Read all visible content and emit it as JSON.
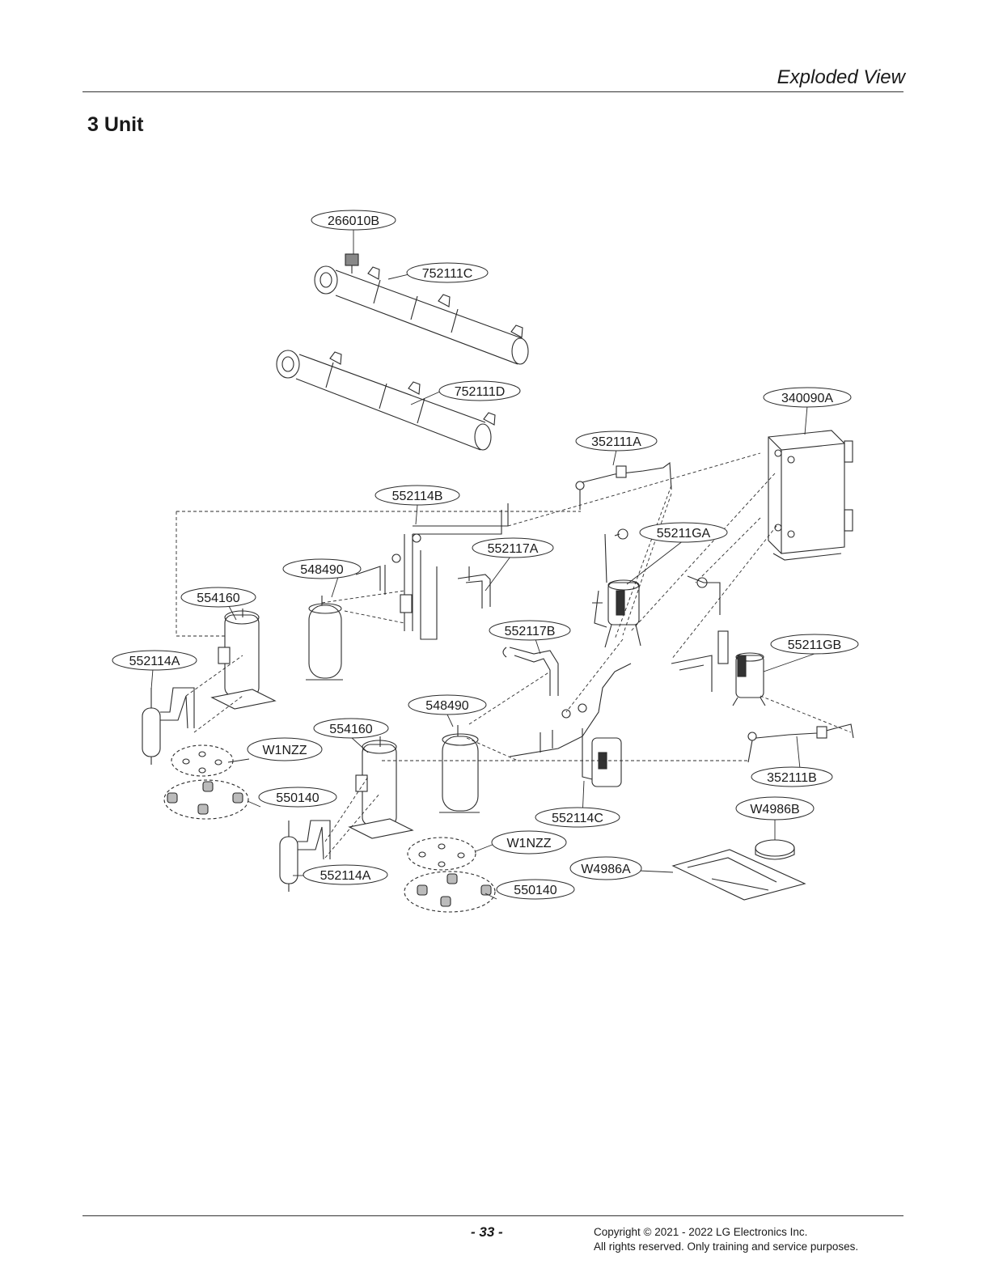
{
  "header": {
    "title": "Exploded View"
  },
  "section": {
    "title": "3 Unit"
  },
  "parts": {
    "header_pipe_top": "266010B",
    "pipe_upper": "752111C",
    "pipe_lower": "752111D",
    "heat_exchanger": "340090A",
    "pipe_asm_a": "352111A",
    "pipe_552114B": "552114B",
    "valve_asm_ga": "55211GA",
    "pipe_552117A": "552117A",
    "accumulator_1": "548490",
    "compressor_1": "554160",
    "pipe_552117B": "552117B",
    "valve_asm_gb": "55211GB",
    "pipe_552114A_1": "552114A",
    "accumulator_2": "548490",
    "compressor_2": "554160",
    "grommet_w1nzz_1": "W1NZZ",
    "damper_550140_1": "550140",
    "pipe_asm_b": "352111B",
    "pipe_552114C": "552114C",
    "cover_w4986b": "W4986B",
    "grommet_w1nzz_2": "W1NZZ",
    "plate_w4986a": "W4986A",
    "pipe_552114A_2": "552114A",
    "damper_550140_2": "550140"
  },
  "footer": {
    "page_number": "- 33 -",
    "copyright_line1": "Copyright © 2021 - 2022 LG Electronics Inc.",
    "copyright_line2": "All rights reserved. Only training and service purposes."
  }
}
